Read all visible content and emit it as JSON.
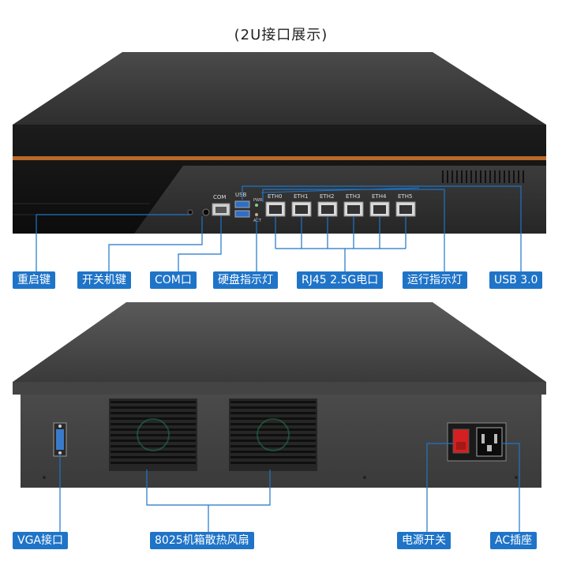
{
  "title": "(2U接口展示)",
  "front": {
    "port_labels": [
      "COM",
      "USB",
      "ETH0",
      "ETH1",
      "ETH2",
      "ETH3",
      "ETH4",
      "ETH5"
    ],
    "led_labels": [
      "PWR",
      "ACT"
    ],
    "callouts": [
      "重启键",
      "开关机键",
      "COM口",
      "硬盘指示灯",
      "RJ45 2.5G电口",
      "运行指示灯",
      "USB 3.0"
    ]
  },
  "rear": {
    "callouts": [
      "VGA接口",
      "8025机箱散热风扇",
      "电源开关",
      "AC插座"
    ]
  },
  "colors": {
    "callout_bg": "#1f74c8",
    "callout_line": "#1f74c8",
    "accent_stripe": "#b8692b",
    "chassis_top": "#3a3a3a",
    "chassis_front": "#111111",
    "power_switch": "#d42020"
  }
}
